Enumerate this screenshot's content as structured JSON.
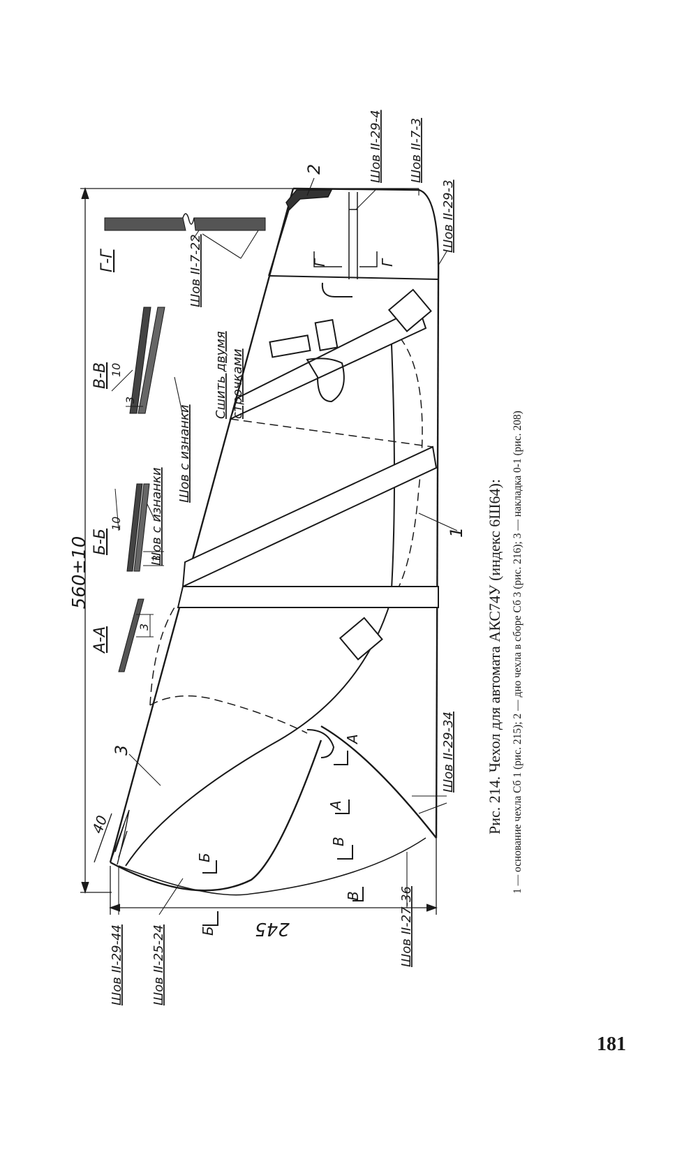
{
  "figure": {
    "caption_title": "Рис. 214. Чехол для автомата АКС74У (индекс 6Ш64):",
    "caption_line2": "1 — основание чехла Сб 1 (рис. 215); 2 — дно чехла в сборе Сб 3 (рис. 216); 3 — накладка 0-1 (рис. 208)"
  },
  "dimensions": {
    "length": "560±10",
    "height": "245",
    "flap": "40",
    "d10a": "10",
    "d10b": "10",
    "d3a": "3",
    "d3b": "3",
    "d3c": "3"
  },
  "sections": {
    "aa": "А-А",
    "bb": "Б-Б",
    "vv": "В-В",
    "gg": "Г-Г",
    "a": "А",
    "b": "Б",
    "v": "В",
    "g": "Г"
  },
  "parts": {
    "p1": "1",
    "p2": "2",
    "p3": "3"
  },
  "seams": {
    "s29_44": "Шов II-29-44",
    "s25_24": "Шов II-25-24",
    "s27_36": "Шов II-27-36",
    "s29_34": "Шов II-29-34",
    "s29_3": "Шов II-29-3",
    "s7_3": "Шов II-7-3",
    "s29_4": "Шов II-29-4",
    "s7_22": "Шов II-7-22",
    "inner1": "Шов с изнанки",
    "inner2": "Шов с изнанки",
    "double_a": "Сшить двумя",
    "double_b": "строчками"
  },
  "page": {
    "number": "181"
  }
}
